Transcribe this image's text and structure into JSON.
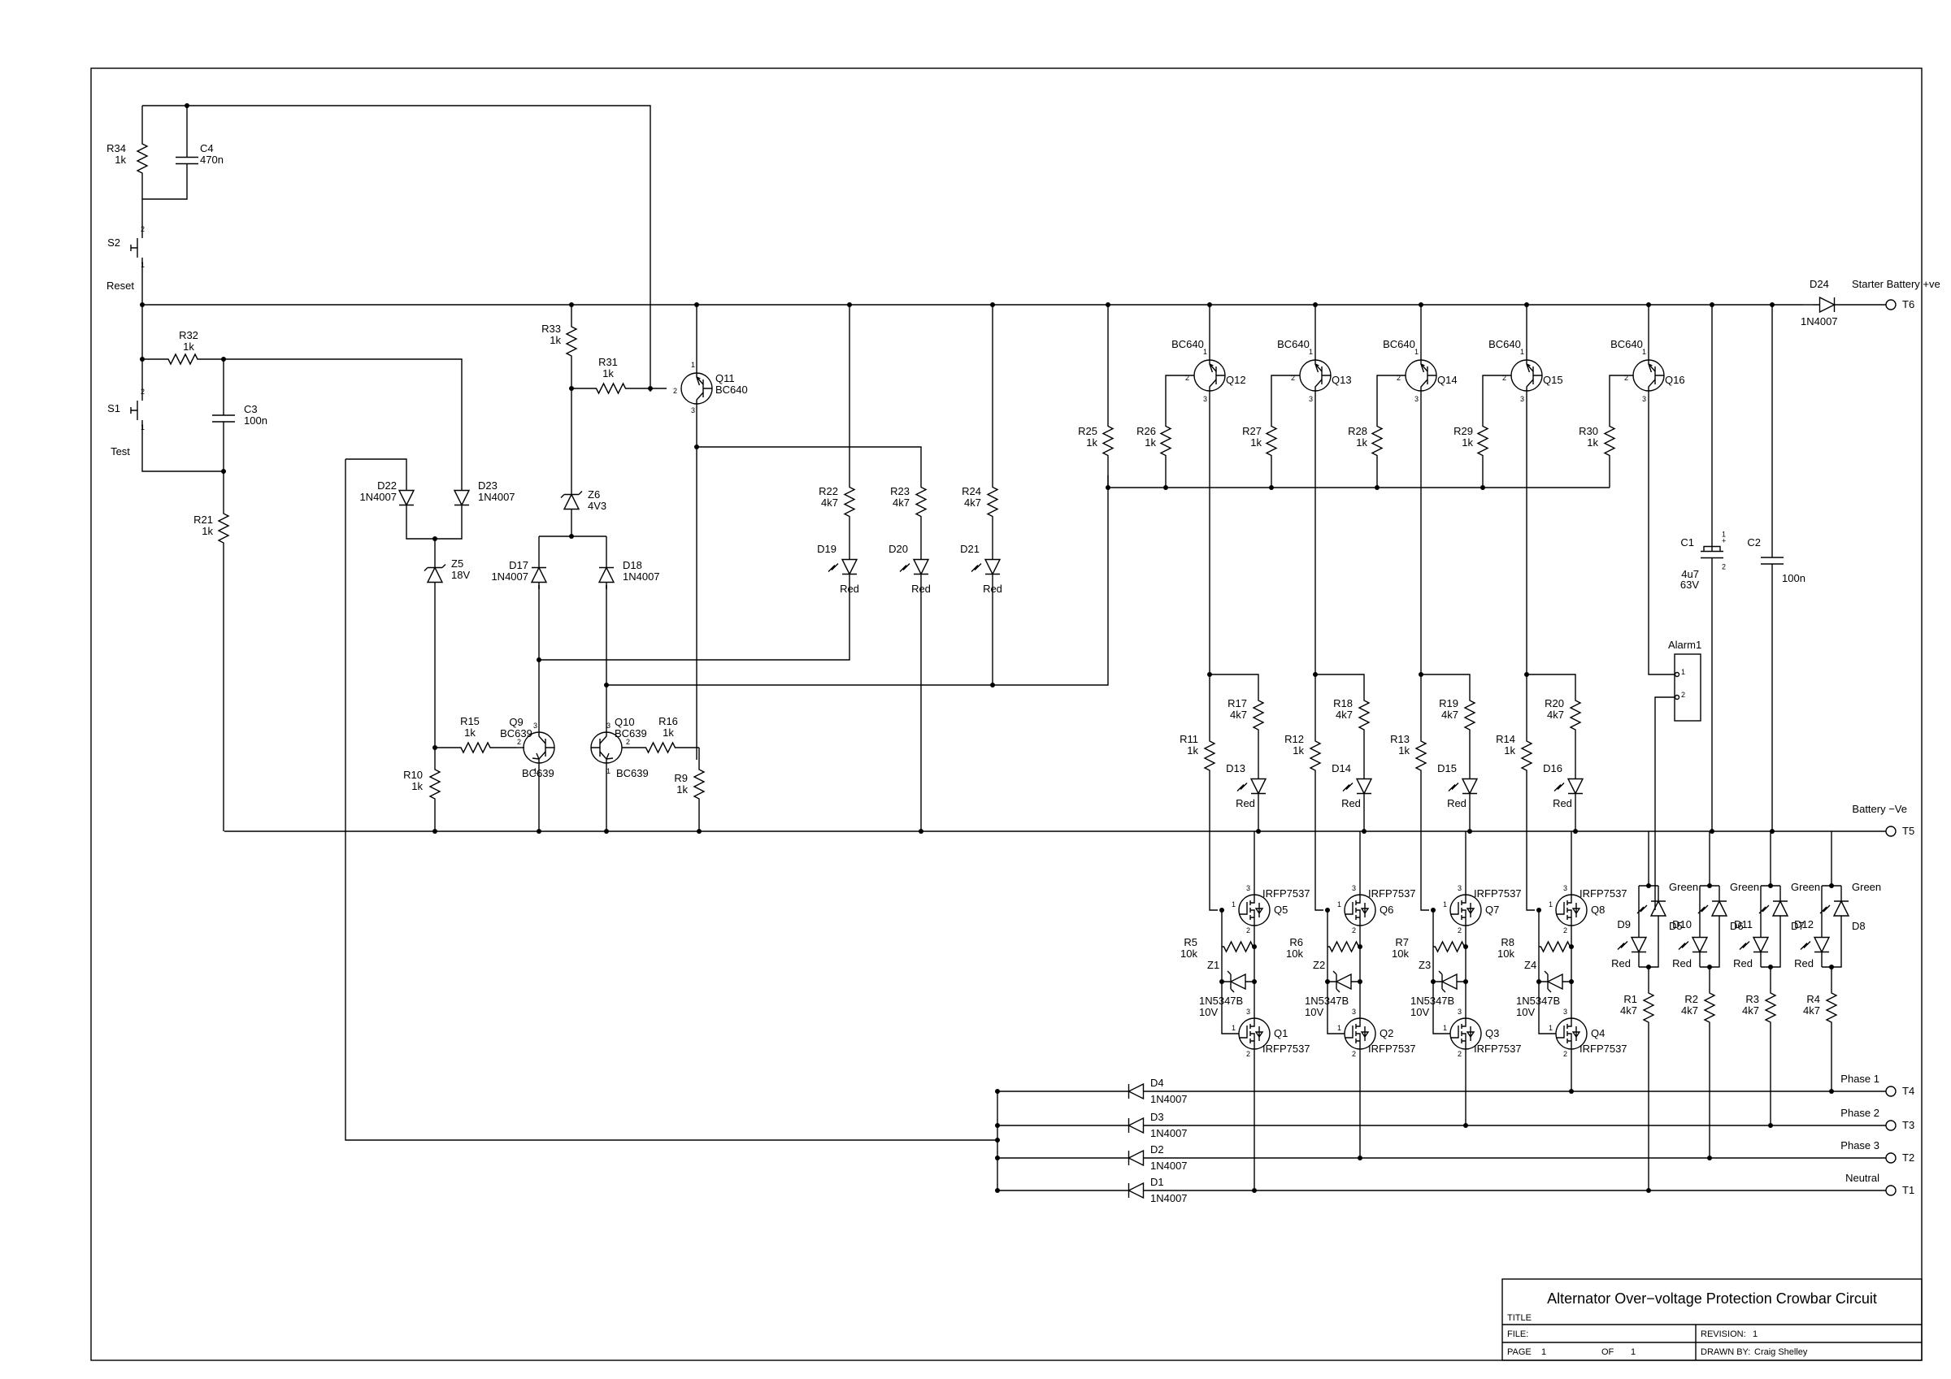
{
  "title_block": {
    "title": "Alternator Over−voltage Protection Crowbar Circuit",
    "title_label": "TITLE",
    "file_label": "FILE:",
    "revision_label": "REVISION:",
    "revision": "1",
    "page_label": "PAGE",
    "page": "1",
    "of_label": "OF",
    "of": "1",
    "drawn_by_label": "DRAWN BY:",
    "drawn_by": "Craig Shelley"
  },
  "terminals": {
    "t6": {
      "ref": "T6",
      "net": "Starter Battery +ve"
    },
    "t5": {
      "ref": "T5",
      "net": "Battery −Ve"
    },
    "t4": {
      "ref": "T4",
      "net": "Phase 1"
    },
    "t3": {
      "ref": "T3",
      "net": "Phase 2"
    },
    "t2": {
      "ref": "T2",
      "net": "Phase 3"
    },
    "t1": {
      "ref": "T1",
      "net": "Neutral"
    }
  },
  "switches": {
    "s2": {
      "ref": "S2",
      "name": "Reset"
    },
    "s1": {
      "ref": "S1",
      "name": "Test"
    }
  },
  "parts": {
    "r34": {
      "ref": "R34",
      "value": "1k"
    },
    "c4": {
      "ref": "C4",
      "value": "470n"
    },
    "r32": {
      "ref": "R32",
      "value": "1k"
    },
    "c3": {
      "ref": "C3",
      "value": "100n"
    },
    "r21": {
      "ref": "R21",
      "value": "1k"
    },
    "d22": {
      "ref": "D22",
      "value": "1N4007"
    },
    "d23": {
      "ref": "D23",
      "value": "1N4007"
    },
    "z5": {
      "ref": "Z5",
      "value": "18V"
    },
    "r33": {
      "ref": "R33",
      "value": "1k"
    },
    "r31": {
      "ref": "R31",
      "value": "1k"
    },
    "q11": {
      "ref": "Q11",
      "value": "BC640"
    },
    "z6": {
      "ref": "Z6",
      "value": "4V3"
    },
    "d17": {
      "ref": "D17",
      "value": "1N4007"
    },
    "d18": {
      "ref": "D18",
      "value": "1N4007"
    },
    "r15": {
      "ref": "R15",
      "value": "1k"
    },
    "r16": {
      "ref": "R16",
      "value": "1k"
    },
    "r10": {
      "ref": "R10",
      "value": "1k"
    },
    "r9": {
      "ref": "R9",
      "value": "1k"
    },
    "q9": {
      "ref": "Q9",
      "value": "BC639"
    },
    "q10": {
      "ref": "Q10",
      "value": "BC639"
    },
    "r22": {
      "ref": "R22",
      "value": "4k7"
    },
    "r23": {
      "ref": "R23",
      "value": "4k7"
    },
    "r24": {
      "ref": "R24",
      "value": "4k7"
    },
    "d19": {
      "ref": "D19",
      "value": "Red"
    },
    "d20": {
      "ref": "D20",
      "value": "Red"
    },
    "d21": {
      "ref": "D21",
      "value": "Red"
    },
    "r25": {
      "ref": "R25",
      "value": "1k"
    },
    "r26": {
      "ref": "R26",
      "value": "1k"
    },
    "r27": {
      "ref": "R27",
      "value": "1k"
    },
    "r28": {
      "ref": "R28",
      "value": "1k"
    },
    "r29": {
      "ref": "R29",
      "value": "1k"
    },
    "r30": {
      "ref": "R30",
      "value": "1k"
    },
    "q12": {
      "ref": "Q12",
      "value": "BC640"
    },
    "q13": {
      "ref": "Q13",
      "value": "BC640"
    },
    "q14": {
      "ref": "Q14",
      "value": "BC640"
    },
    "q15": {
      "ref": "Q15",
      "value": "BC640"
    },
    "q16": {
      "ref": "Q16",
      "value": "BC640"
    },
    "d24": {
      "ref": "D24",
      "value": "1N4007"
    },
    "c1": {
      "ref": "C1",
      "value": "4u7",
      "value2": "63V"
    },
    "c2": {
      "ref": "C2",
      "value": "100n"
    },
    "alarm1": {
      "ref": "Alarm1"
    },
    "r17": {
      "ref": "R17",
      "value": "4k7"
    },
    "r18": {
      "ref": "R18",
      "value": "4k7"
    },
    "r19": {
      "ref": "R19",
      "value": "4k7"
    },
    "r20": {
      "ref": "R20",
      "value": "4k7"
    },
    "r11": {
      "ref": "R11",
      "value": "1k"
    },
    "r12": {
      "ref": "R12",
      "value": "1k"
    },
    "r13": {
      "ref": "R13",
      "value": "1k"
    },
    "r14": {
      "ref": "R14",
      "value": "1k"
    },
    "d13": {
      "ref": "D13",
      "value": "Red"
    },
    "d14": {
      "ref": "D14",
      "value": "Red"
    },
    "d15": {
      "ref": "D15",
      "value": "Red"
    },
    "d16": {
      "ref": "D16",
      "value": "Red"
    },
    "q5": {
      "ref": "Q5",
      "value": "IRFP7537"
    },
    "q6": {
      "ref": "Q6",
      "value": "IRFP7537"
    },
    "q7": {
      "ref": "Q7",
      "value": "IRFP7537"
    },
    "q8": {
      "ref": "Q8",
      "value": "IRFP7537"
    },
    "q1": {
      "ref": "Q1",
      "value": "IRFP7537"
    },
    "q2": {
      "ref": "Q2",
      "value": "IRFP7537"
    },
    "q3": {
      "ref": "Q3",
      "value": "IRFP7537"
    },
    "q4": {
      "ref": "Q4",
      "value": "IRFP7537"
    },
    "r5": {
      "ref": "R5",
      "value": "10k"
    },
    "r6": {
      "ref": "R6",
      "value": "10k"
    },
    "r7": {
      "ref": "R7",
      "value": "10k"
    },
    "r8": {
      "ref": "R8",
      "value": "10k"
    },
    "z1": {
      "ref": "Z1",
      "value": "1N5347B",
      "value2": "10V"
    },
    "z2": {
      "ref": "Z2",
      "value": "1N5347B",
      "value2": "10V"
    },
    "z3": {
      "ref": "Z3",
      "value": "1N5347B",
      "value2": "10V"
    },
    "z4": {
      "ref": "Z4",
      "value": "1N5347B",
      "value2": "10V"
    },
    "d5": {
      "ref": "D5",
      "value": "Green"
    },
    "d6": {
      "ref": "D6",
      "value": "Green"
    },
    "d7": {
      "ref": "D7",
      "value": "Green"
    },
    "d8": {
      "ref": "D8",
      "value": "Green"
    },
    "d9": {
      "ref": "D9",
      "value": "Red"
    },
    "d10": {
      "ref": "D10",
      "value": "Red"
    },
    "d11": {
      "ref": "D11",
      "value": "Red"
    },
    "d12": {
      "ref": "D12",
      "value": "Red"
    },
    "r1": {
      "ref": "R1",
      "value": "4k7"
    },
    "r2": {
      "ref": "R2",
      "value": "4k7"
    },
    "r3": {
      "ref": "R3",
      "value": "4k7"
    },
    "r4": {
      "ref": "R4",
      "value": "4k7"
    },
    "d4": {
      "ref": "D4",
      "value": "1N4007"
    },
    "d3": {
      "ref": "D3",
      "value": "1N4007"
    },
    "d2": {
      "ref": "D2",
      "value": "1N4007"
    },
    "d1": {
      "ref": "D1",
      "value": "1N4007"
    }
  }
}
